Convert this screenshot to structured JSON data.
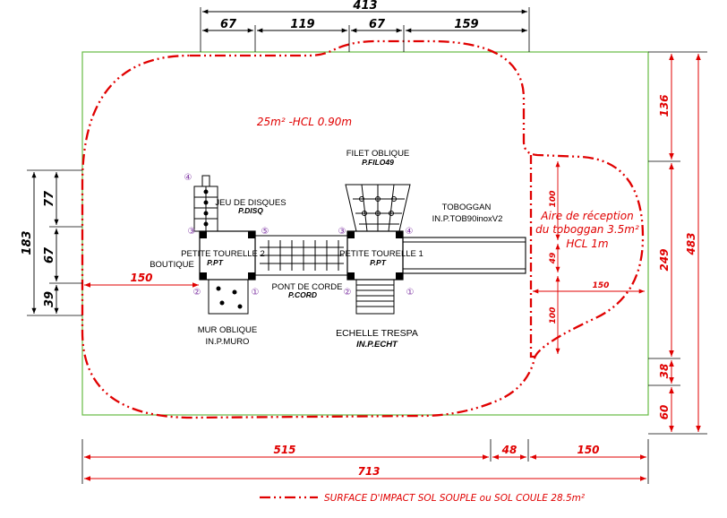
{
  "colors": {
    "boundary": "#66bb44",
    "impact": "#e00000",
    "marker": "#7a2fa0",
    "ink": "#000000"
  },
  "dimensions": {
    "top_total": "413",
    "top_parts": [
      "67",
      "119",
      "67",
      "159"
    ],
    "left_total": "183",
    "left_parts": [
      "77",
      "67",
      "39"
    ],
    "left_offset": "150",
    "right_total": "483",
    "right_parts": [
      "136",
      "249",
      "38",
      "60"
    ],
    "bottom_parts": [
      "515",
      "48",
      "150"
    ],
    "bottom_total": "713",
    "slide_zone_top": "100",
    "slide_zone_mid": "49",
    "slide_zone_bottom": "100",
    "slide_zone_width": "150"
  },
  "notes": {
    "main_area": "25m² -HCL 0.90m",
    "slide_zone_line1": "Aire de réception",
    "slide_zone_line2": "du toboggan 3.5m²",
    "slide_zone_line3": "HCL 1m"
  },
  "components": {
    "filet_name": "FILET OBLIQUE",
    "filet_ref": "P.FILO49",
    "disc_name": "JEU DE DISQUES",
    "disc_ref": "P.DISQ",
    "slide_name": "TOBOGGAN",
    "slide_ref": "IN.P.TOB90inoxV2",
    "tower2_name": "PETITE TOURELLE 2",
    "tower2_ref": "P.PT",
    "boutique": "BOUTIQUE",
    "tower1_name": "PETITE TOURELLE 1",
    "tower1_ref": "P.PT",
    "bridge_name": "PONT DE CORDE",
    "bridge_ref": "P.CORD",
    "wall_name": "MUR OBLIQUE",
    "wall_ref": "IN.P.MURO",
    "ladder_name": "ECHELLE TRESPA",
    "ladder_ref": "IN.P.ECHT"
  },
  "markers": {
    "t2_top": "④",
    "t2_left": "③",
    "t2_right": "⑤",
    "t2_bottom_left": "②",
    "t2_bottom_right": "①",
    "t1_top_left": "③",
    "t1_top_right": "④",
    "t1_bottom_left": "②",
    "t1_bottom_right": "①"
  },
  "legend": {
    "text": "SURFACE D'IMPACT SOL SOUPLE ou SOL COULE 28.5m²"
  }
}
